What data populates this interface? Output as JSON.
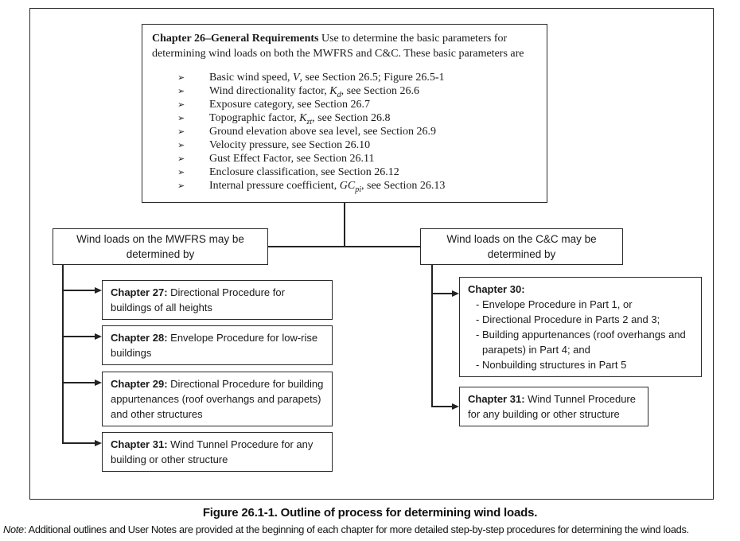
{
  "figure": {
    "caption": "Figure 26.1-1. Outline of process for determining wind loads.",
    "note_label": "Note",
    "note_text": ": Additional outlines and User Notes are provided at the beginning of each chapter for more detailed step-by-step procedures for determining the wind loads."
  },
  "colors": {
    "line": "#232323",
    "text": "#1a1a1a",
    "background": "#ffffff"
  },
  "chapter26": {
    "title": "Chapter 26–General Requirements",
    "intro_line1": " Use to determine the basic parameters for",
    "intro_line2": "determining wind loads on both the MWFRS and C&C. These basic parameters are",
    "bullet_glyph": "➢",
    "bullets": [
      {
        "pre": "Basic wind speed, ",
        "sym": "V",
        "sub": "",
        "post": ", see Section 26.5; Figure 26.5-1"
      },
      {
        "pre": "Wind directionality factor, ",
        "sym": "K",
        "sub": "d",
        "post": ", see Section 26.6"
      },
      {
        "pre": "Exposure category, see Section 26.7",
        "sym": "",
        "sub": "",
        "post": ""
      },
      {
        "pre": "Topographic factor, ",
        "sym": "K",
        "sub": "zt",
        "post": ", see Section 26.8"
      },
      {
        "pre": "Ground elevation above sea level, see Section 26.9",
        "sym": "",
        "sub": "",
        "post": ""
      },
      {
        "pre": "Velocity pressure, see Section 26.10",
        "sym": "",
        "sub": "",
        "post": ""
      },
      {
        "pre": "Gust Effect Factor, see Section 26.11",
        "sym": "",
        "sub": "",
        "post": ""
      },
      {
        "pre": "Enclosure classification, see Section 26.12",
        "sym": "",
        "sub": "",
        "post": ""
      },
      {
        "pre": "Internal pressure coefficient, ",
        "sym": "GC",
        "sub": "pi",
        "post": ", see Section 26.13"
      }
    ]
  },
  "branches": {
    "mwfrs": {
      "line1": "Wind loads on the MWFRS may be",
      "line2": "determined by"
    },
    "cc": {
      "line1": "Wind loads on the C&C may be",
      "line2": "determined by"
    }
  },
  "left_chapters": [
    {
      "label": "Chapter 27:",
      "text": " Directional Procedure for buildings of all heights"
    },
    {
      "label": "Chapter 28:",
      "text": " Envelope Procedure for low-rise buildings"
    },
    {
      "label": "Chapter 29:",
      "text": " Directional Procedure for building appurtenances (roof overhangs and parapets) and other structures"
    },
    {
      "label": "Chapter 31:",
      "text": " Wind Tunnel Procedure for any building or other structure"
    }
  ],
  "right_chapters": {
    "chapter30": {
      "label": "Chapter 30:",
      "items": [
        "- Envelope Procedure in Part 1, or",
        "- Directional Procedure in Parts 2 and 3;",
        "- Building appurtenances (roof overhangs and parapets) in Part 4; and",
        "- Nonbuilding structures in Part 5"
      ]
    },
    "chapter31": {
      "label": "Chapter 31:",
      "text": " Wind Tunnel Procedure for any building or other structure"
    }
  }
}
